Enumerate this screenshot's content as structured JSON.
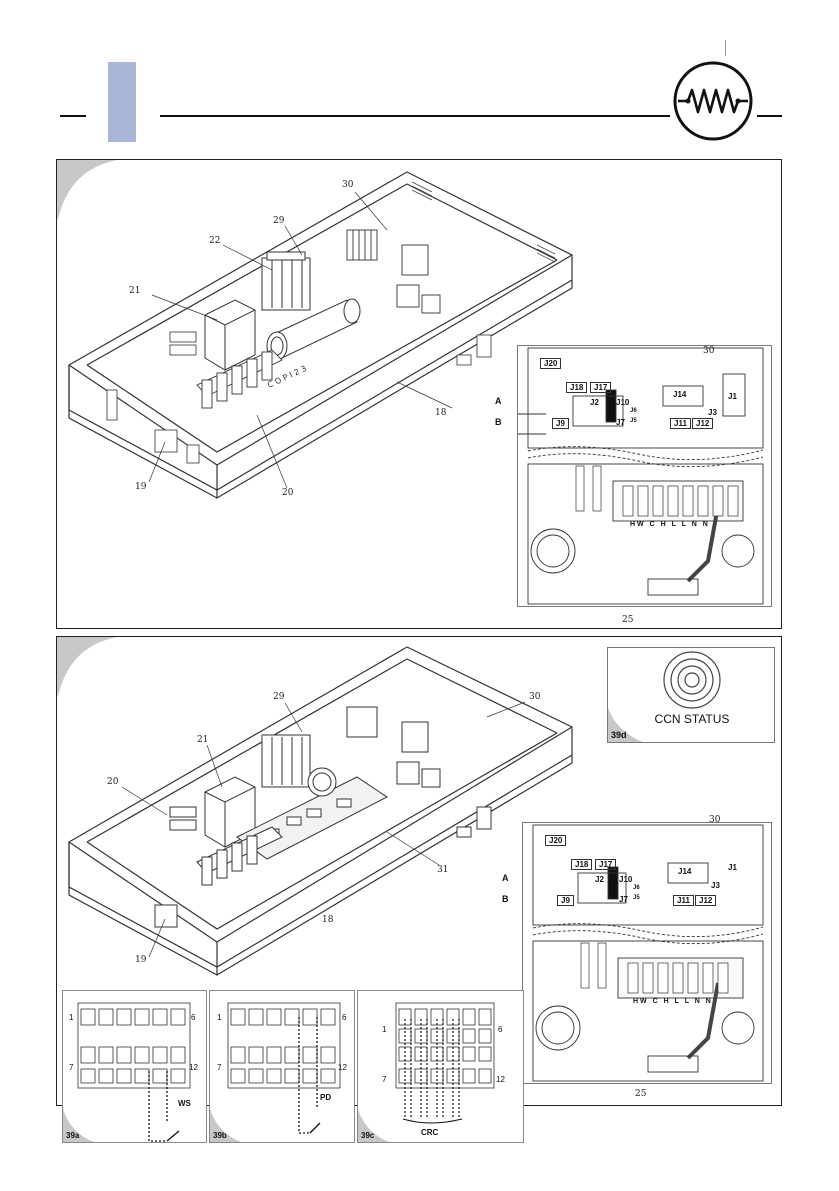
{
  "header": {
    "symbol_icon": "resistor-circle-icon",
    "tab_color": "#aab6d8"
  },
  "figure_top": {
    "callouts": [
      "30",
      "29",
      "22",
      "21",
      "18",
      "19",
      "20",
      "25"
    ],
    "cover_text": "C O P I 2 3",
    "inset": {
      "callout": "30",
      "side_labels": [
        "A",
        "B"
      ],
      "connectors": [
        "J20",
        "J18",
        "J17",
        "J14",
        "J2",
        "J10",
        "J1",
        "J3",
        "J9",
        "J7",
        "J11",
        "J12",
        "J6",
        "J5"
      ],
      "terminal_text": "HW C H L L N N"
    }
  },
  "figure_bottom": {
    "callouts": [
      "29",
      "30",
      "21",
      "20",
      "31",
      "18",
      "19",
      "30",
      "25"
    ],
    "ccn": {
      "label": "CCN STATUS",
      "tag": "39d"
    },
    "inset": {
      "side_labels": [
        "A",
        "B"
      ],
      "connectors": [
        "J20",
        "J18",
        "J17",
        "J14",
        "J2",
        "J10",
        "J1",
        "J3",
        "J9",
        "J7",
        "J11",
        "J12",
        "J6",
        "J5"
      ],
      "terminal_text": "HW C H L L N N"
    },
    "details": [
      {
        "tag": "39a",
        "pin_tl": "1",
        "pin_tr": "6",
        "pin_bl": "7",
        "pin_br": "12",
        "wire": "WS"
      },
      {
        "tag": "39b",
        "pin_tl": "1",
        "pin_tr": "6",
        "pin_bl": "7",
        "pin_br": "12",
        "wire": "PD"
      },
      {
        "tag": "39c",
        "pin_tl": "1",
        "pin_tr": "6",
        "pin_bl": "7",
        "pin_br": "12",
        "wire": "CRC"
      }
    ]
  }
}
